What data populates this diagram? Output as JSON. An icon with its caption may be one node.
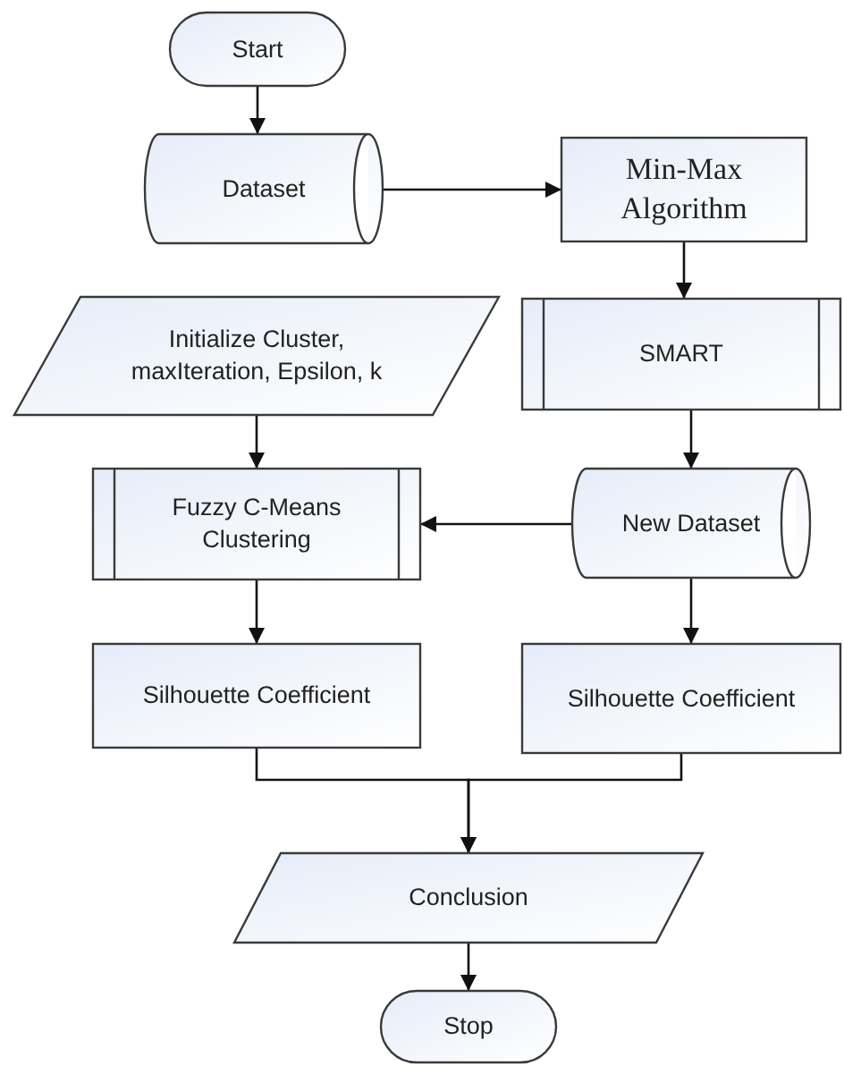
{
  "diagram": {
    "nodes": [
      {
        "text": [
          "Start"
        ]
      },
      {
        "text": [
          "Dataset"
        ]
      },
      {
        "text": [
          "Min-Max Algorithm"
        ]
      },
      {
        "text": [
          "Initialize Cluster, maxIteration, Epsilon, k"
        ]
      },
      {
        "text": [
          "SMART"
        ]
      },
      {
        "text": [
          "Fuzzy C-Means Clustering"
        ]
      },
      {
        "text": [
          "New Dataset"
        ]
      },
      {
        "text": [
          "Silhouette Coefficient"
        ]
      },
      {
        "text": [
          "Silhouette Coefficient"
        ]
      },
      {
        "text": [
          "Conclusion"
        ]
      },
      {
        "text": [
          "Stop"
        ]
      }
    ],
    "edges": [
      {
        "from": 0,
        "to": 1,
        "arrow": "to"
      },
      {
        "from": 1,
        "to": 2,
        "arrow": "to"
      },
      {
        "from": 2,
        "to": 4,
        "arrow": "to"
      },
      {
        "from": 3,
        "to": 5,
        "arrow": "to"
      },
      {
        "from": 4,
        "to": 6,
        "arrow": "to"
      },
      {
        "from": 6,
        "to": 5,
        "arrow": "to"
      },
      {
        "from": 5,
        "to": 7,
        "arrow": "to"
      },
      {
        "from": 6,
        "to": 8,
        "arrow": "to"
      },
      {
        "from": 7,
        "to": 9,
        "arrow": "to"
      },
      {
        "from": 8,
        "to": 9,
        "arrow": "to"
      },
      {
        "from": 9,
        "to": 10,
        "arrow": "to"
      }
    ]
  }
}
